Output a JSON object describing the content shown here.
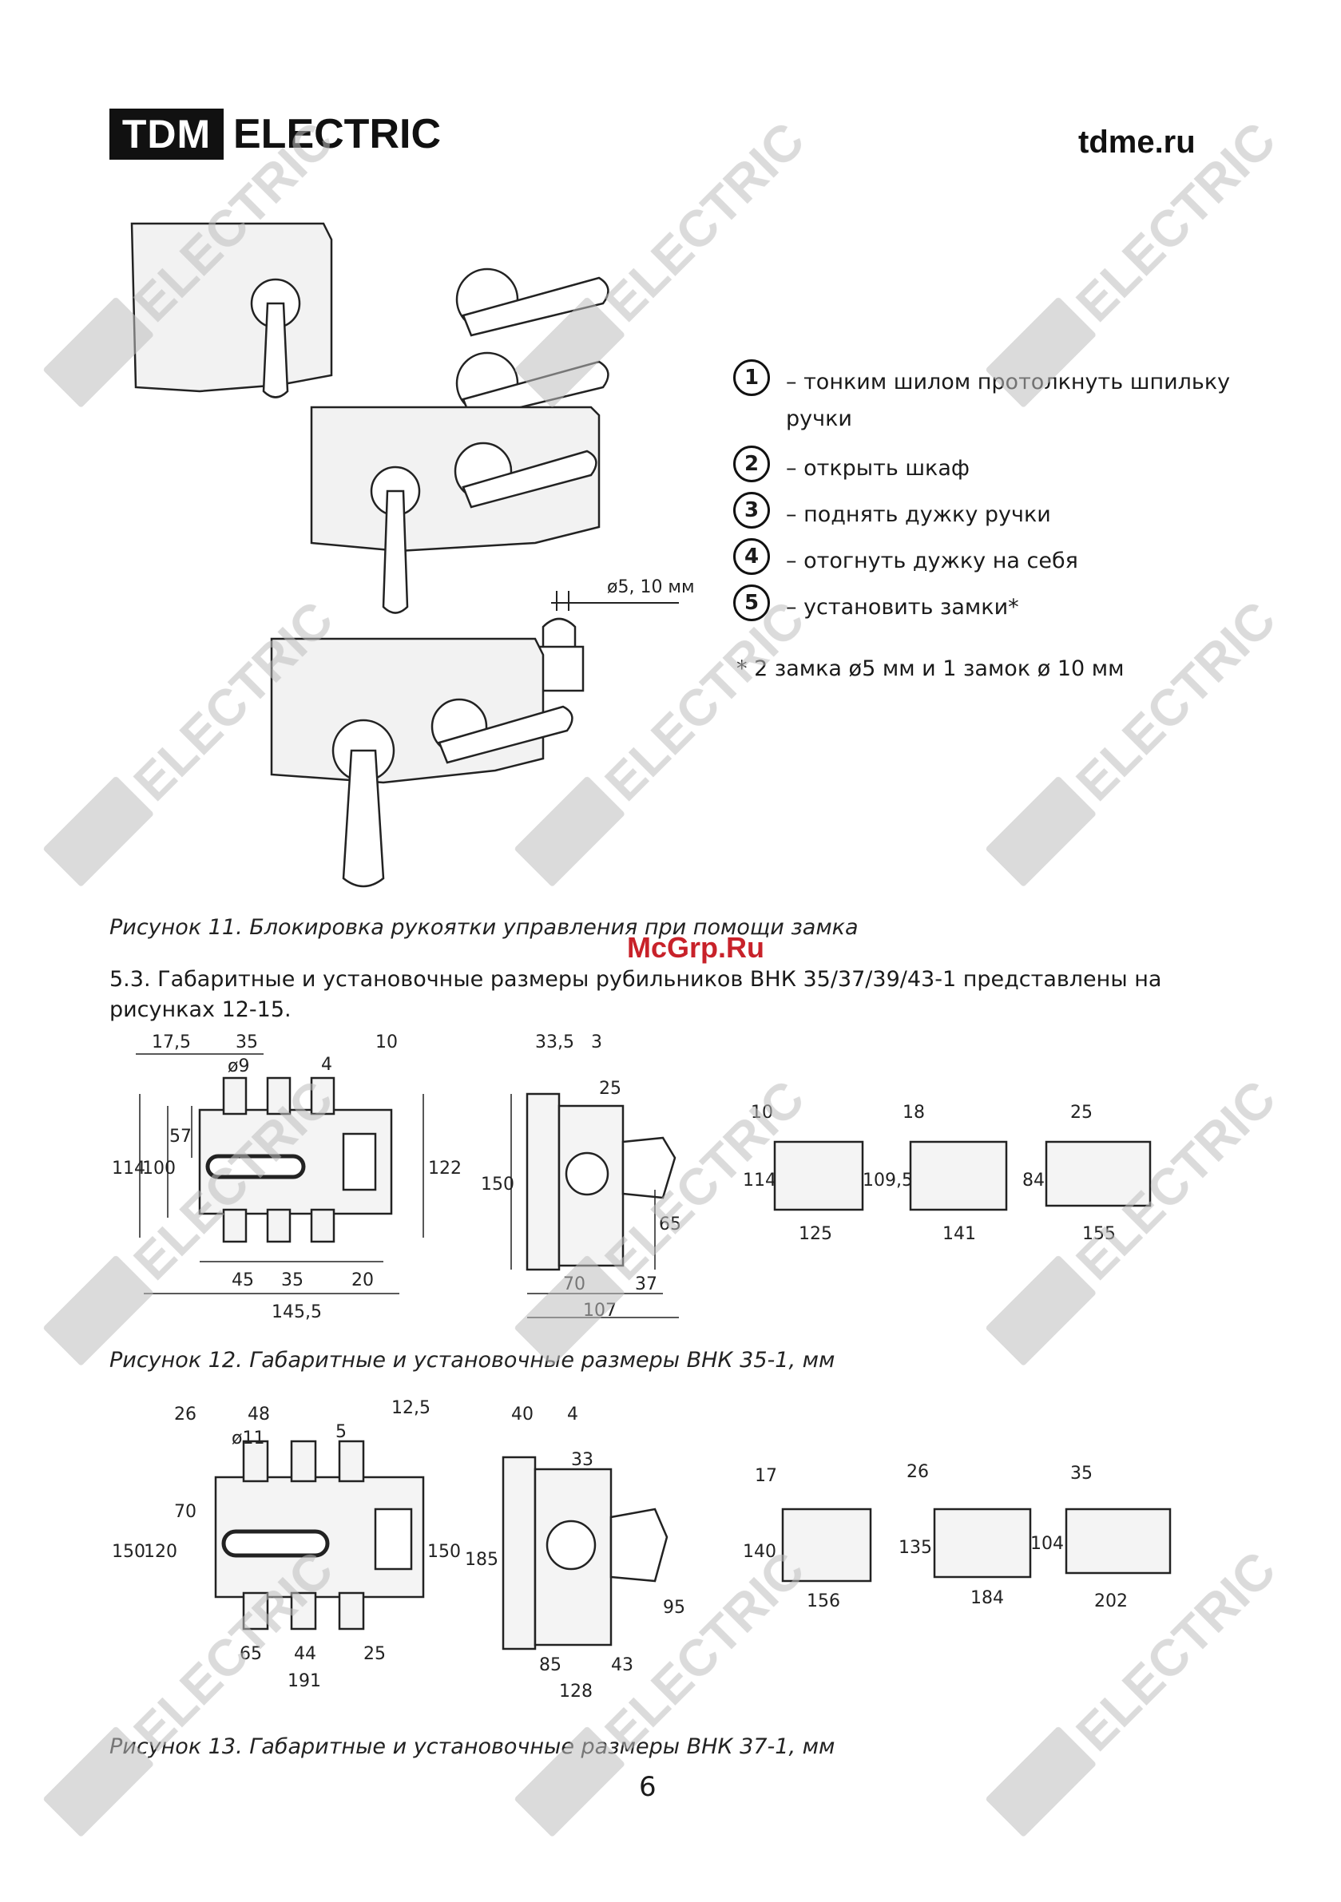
{
  "header": {
    "logo_box": "TDM",
    "logo_word": "ELECTRIC",
    "site": "tdme.ru"
  },
  "legend": [
    {
      "num": "1",
      "text": "– тонким шилом протолкнуть шпильку ручки"
    },
    {
      "num": "2",
      "text": "– открыть шкаф"
    },
    {
      "num": "3",
      "text": "– поднять дужку ручки"
    },
    {
      "num": "4",
      "text": "– отогнуть дужку на себя"
    },
    {
      "num": "5",
      "text": "– установить замки*"
    }
  ],
  "footnote": "* 2 замка ø5 мм и 1 замок ø 10 мм",
  "lock_label": "ø5, 10 мм",
  "captions": {
    "fig11": "Рисунок 11. Блокировка рукоятки управления при помощи замка",
    "fig12": "Рисунок 12. Габаритные и установочные размеры ВНК 35-1, мм",
    "fig13": "Рисунок 13. Габаритные и установочные размеры ВНК 37-1, мм"
  },
  "paragraph": "5.3. Габаритные и установочные размеры рубильников ВНК 35/37/39/43-1 представлены на рисунках 12-15.",
  "fig12_dims": {
    "front": {
      "d1": "17,5",
      "d2": "35",
      "hole": "ø9",
      "d4": "4",
      "d10": "10",
      "h114": "114",
      "h100": "100",
      "h57": "57",
      "h122": "122",
      "w45": "45",
      "w35": "35",
      "w20": "20",
      "w145": "145,5"
    },
    "side": {
      "d33": "33,5",
      "d3": "3",
      "d25": "25",
      "h150": "150",
      "h65": "65",
      "w70": "70",
      "w37": "37",
      "w107": "107"
    },
    "small1": {
      "top": "10",
      "h": "114",
      "w": "125"
    },
    "small2": {
      "top": "18",
      "h": "109,5",
      "w": "141"
    },
    "small3": {
      "top": "25",
      "h": "84",
      "w": "155"
    }
  },
  "fig13_dims": {
    "front": {
      "d26": "26",
      "d48": "48",
      "hole": "ø11",
      "d5": "5",
      "d12": "12,5",
      "h150a": "150",
      "h120": "120",
      "h70": "70",
      "h150b": "150",
      "w65": "65",
      "w44": "44",
      "w25": "25",
      "w191": "191"
    },
    "side": {
      "d40": "40",
      "d4": "4",
      "d33": "33",
      "h185": "185",
      "h95": "95",
      "w85": "85",
      "w43": "43",
      "w128": "128"
    },
    "small1": {
      "top": "17",
      "h": "140",
      "w": "156"
    },
    "small2": {
      "top": "26",
      "h": "135",
      "w": "184"
    },
    "small3": {
      "top": "35",
      "h": "104",
      "w": "202"
    }
  },
  "watermark_site": "McGrp.Ru",
  "page_number": "6"
}
